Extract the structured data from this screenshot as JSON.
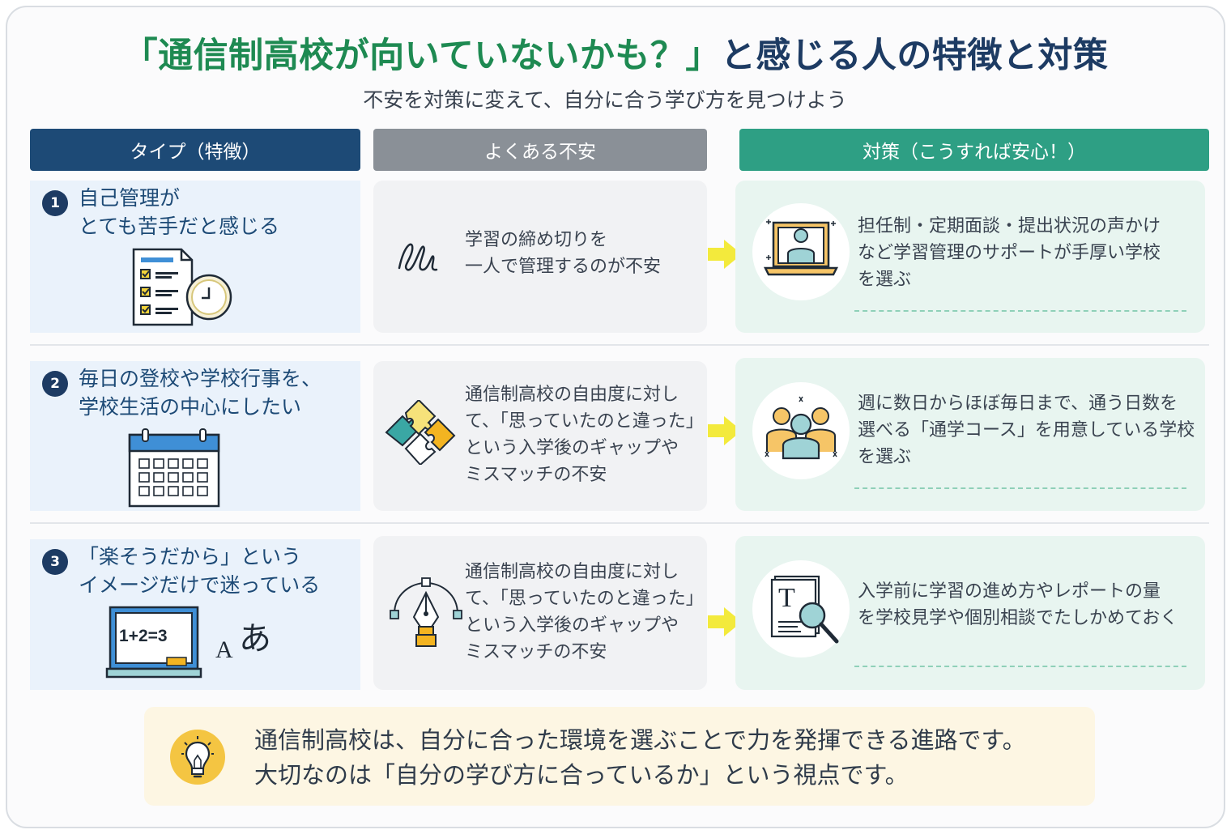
{
  "header": {
    "title_green": "「通信制高校が向いていないかも？」",
    "title_navy": "と感じる人の特徴と対策",
    "subtitle": "不安を対策に変えて、自分に合う学び方を見つけよう"
  },
  "columns": {
    "type": "タイプ（特徴）",
    "anxiety": "よくある不安",
    "solution": "対策（こうすれば安心！）"
  },
  "rows": [
    {
      "number": "1",
      "type": "自己管理が\nとても苦手だと感じる",
      "type_icon": "checklist-clock-icon",
      "anxiety": "学習の締め切りを\n一人で管理するのが不安",
      "anxiety_icon": "scribble-icon",
      "solution": "担任制・定期面談・提出状況の声かけ\nなど学習管理のサポートが手厚い学校\nを選ぶ",
      "solution_icon": "online-teacher-icon"
    },
    {
      "number": "2",
      "type": "毎日の登校や学校行事を、\n学校生活の中心にしたい",
      "type_icon": "calendar-icon",
      "anxiety": "通信制高校の自由度に対し\nて、「思っていたのと違った」\nという入学後のギャップや\nミスマッチの不安",
      "anxiety_icon": "puzzle-icon",
      "solution": "週に数日からほぼ毎日まで、通う日数を\n選べる「通学コース」を用意している学校\nを選ぶ",
      "solution_icon": "group-icon"
    },
    {
      "number": "3",
      "type": "「楽そうだから」という\nイメージだけで迷っている",
      "type_icon": "blackboard-icon",
      "board_text": "1+2=3",
      "glyph_a": "A",
      "glyph_hira": "あ",
      "anxiety": "通信制高校の自由度に対し\nて、「思っていたのと違った」\nという入学後のギャップや\nミスマッチの不安",
      "anxiety_icon": "pen-tool-icon",
      "solution": "入学前に学習の進め方やレポートの量\nを学校見学や個別相談でたしかめておく",
      "solution_icon": "document-search-icon",
      "doc_letter": "T"
    }
  ],
  "tip": {
    "text": "通信制高校は、自分に合った環境を選ぶことで力を発揮できる進路です。\n大切なのは「自分の学び方に合っているか」という視点です。",
    "icon": "lightbulb-icon"
  },
  "colors": {
    "navy": "#1d4a76",
    "green": "#2e9f84",
    "gray": "#8a9097",
    "arrow": "#f3ea3c",
    "title_green": "#1e8a52"
  }
}
